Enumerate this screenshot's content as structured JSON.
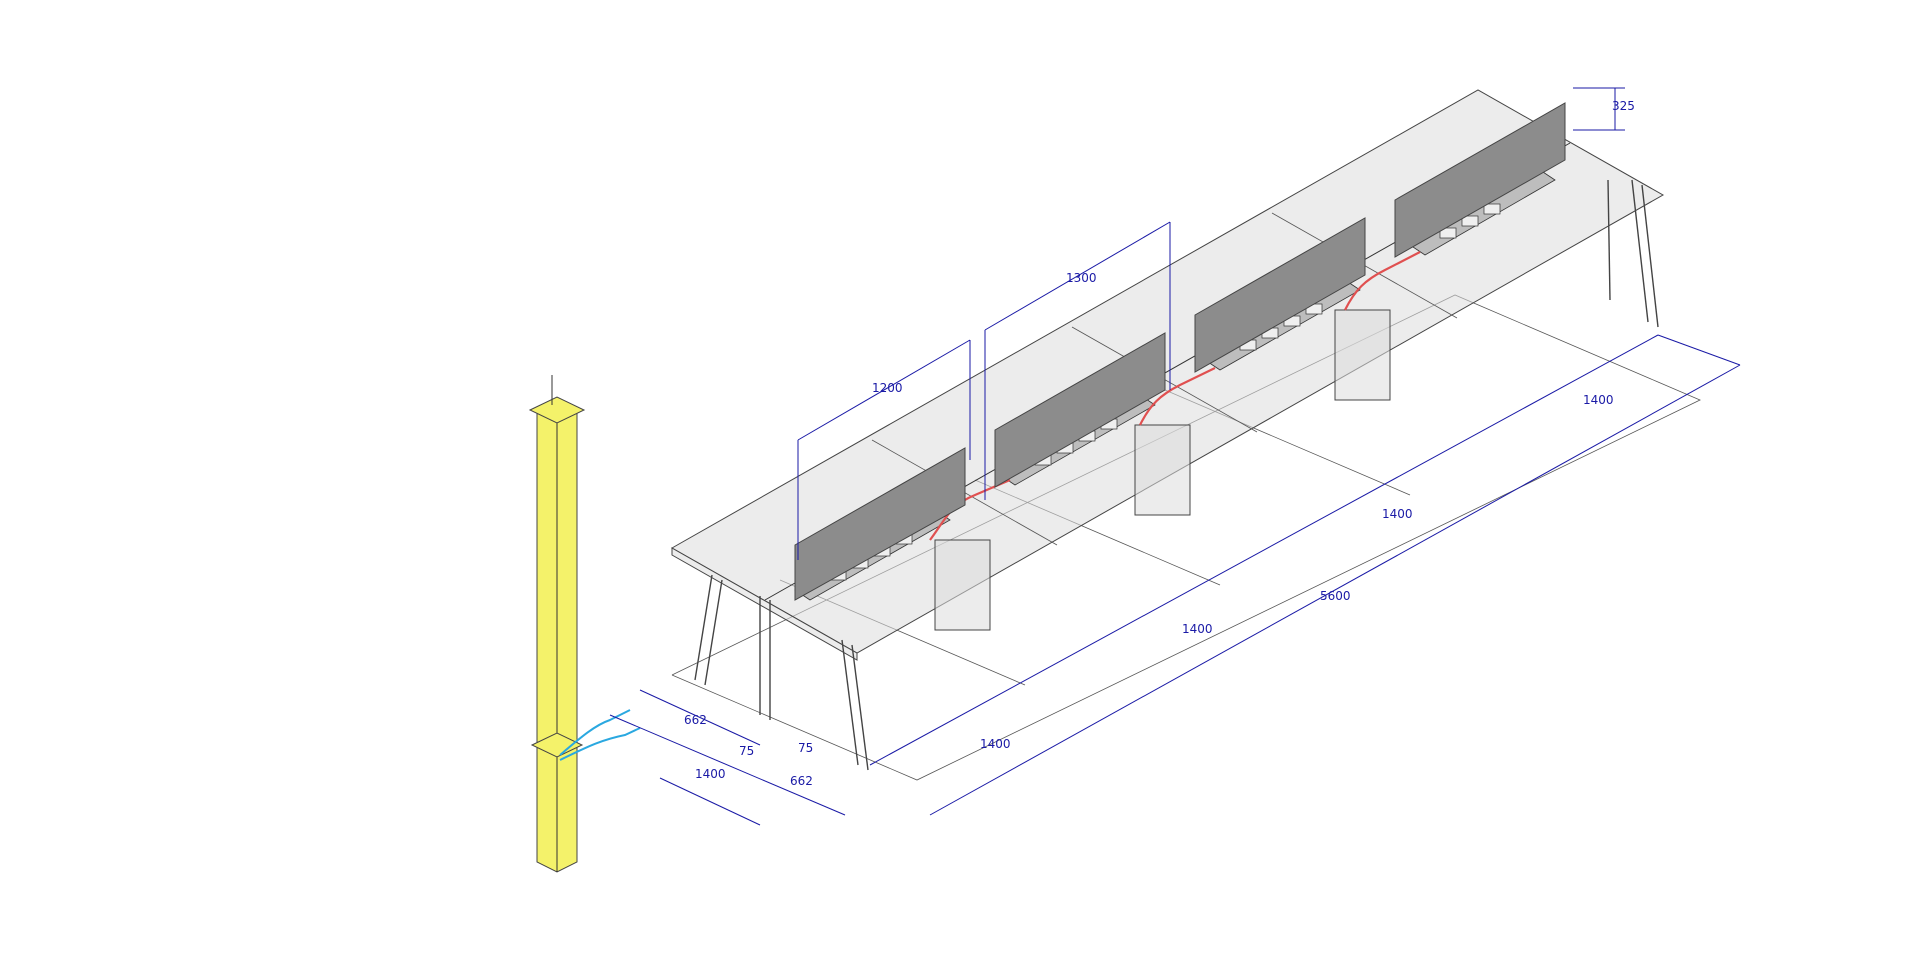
{
  "dimensions": {
    "screen_height": "325",
    "span_1300": "1300",
    "span_1200": "1200",
    "module_a": "1400",
    "module_b": "1400",
    "module_c": "1400",
    "module_d": "1400",
    "total_length": "5600",
    "depth_total": "1400",
    "half_depth_a": "662",
    "half_depth_b": "662",
    "gap_a": "75",
    "gap_b": "75"
  },
  "colors": {
    "dimension": "#1a1aa6",
    "pillar": "#f4f26a",
    "cable_power": "#e05050",
    "cable_feed": "#2aa8e0",
    "screen": "#8c8c8c"
  }
}
